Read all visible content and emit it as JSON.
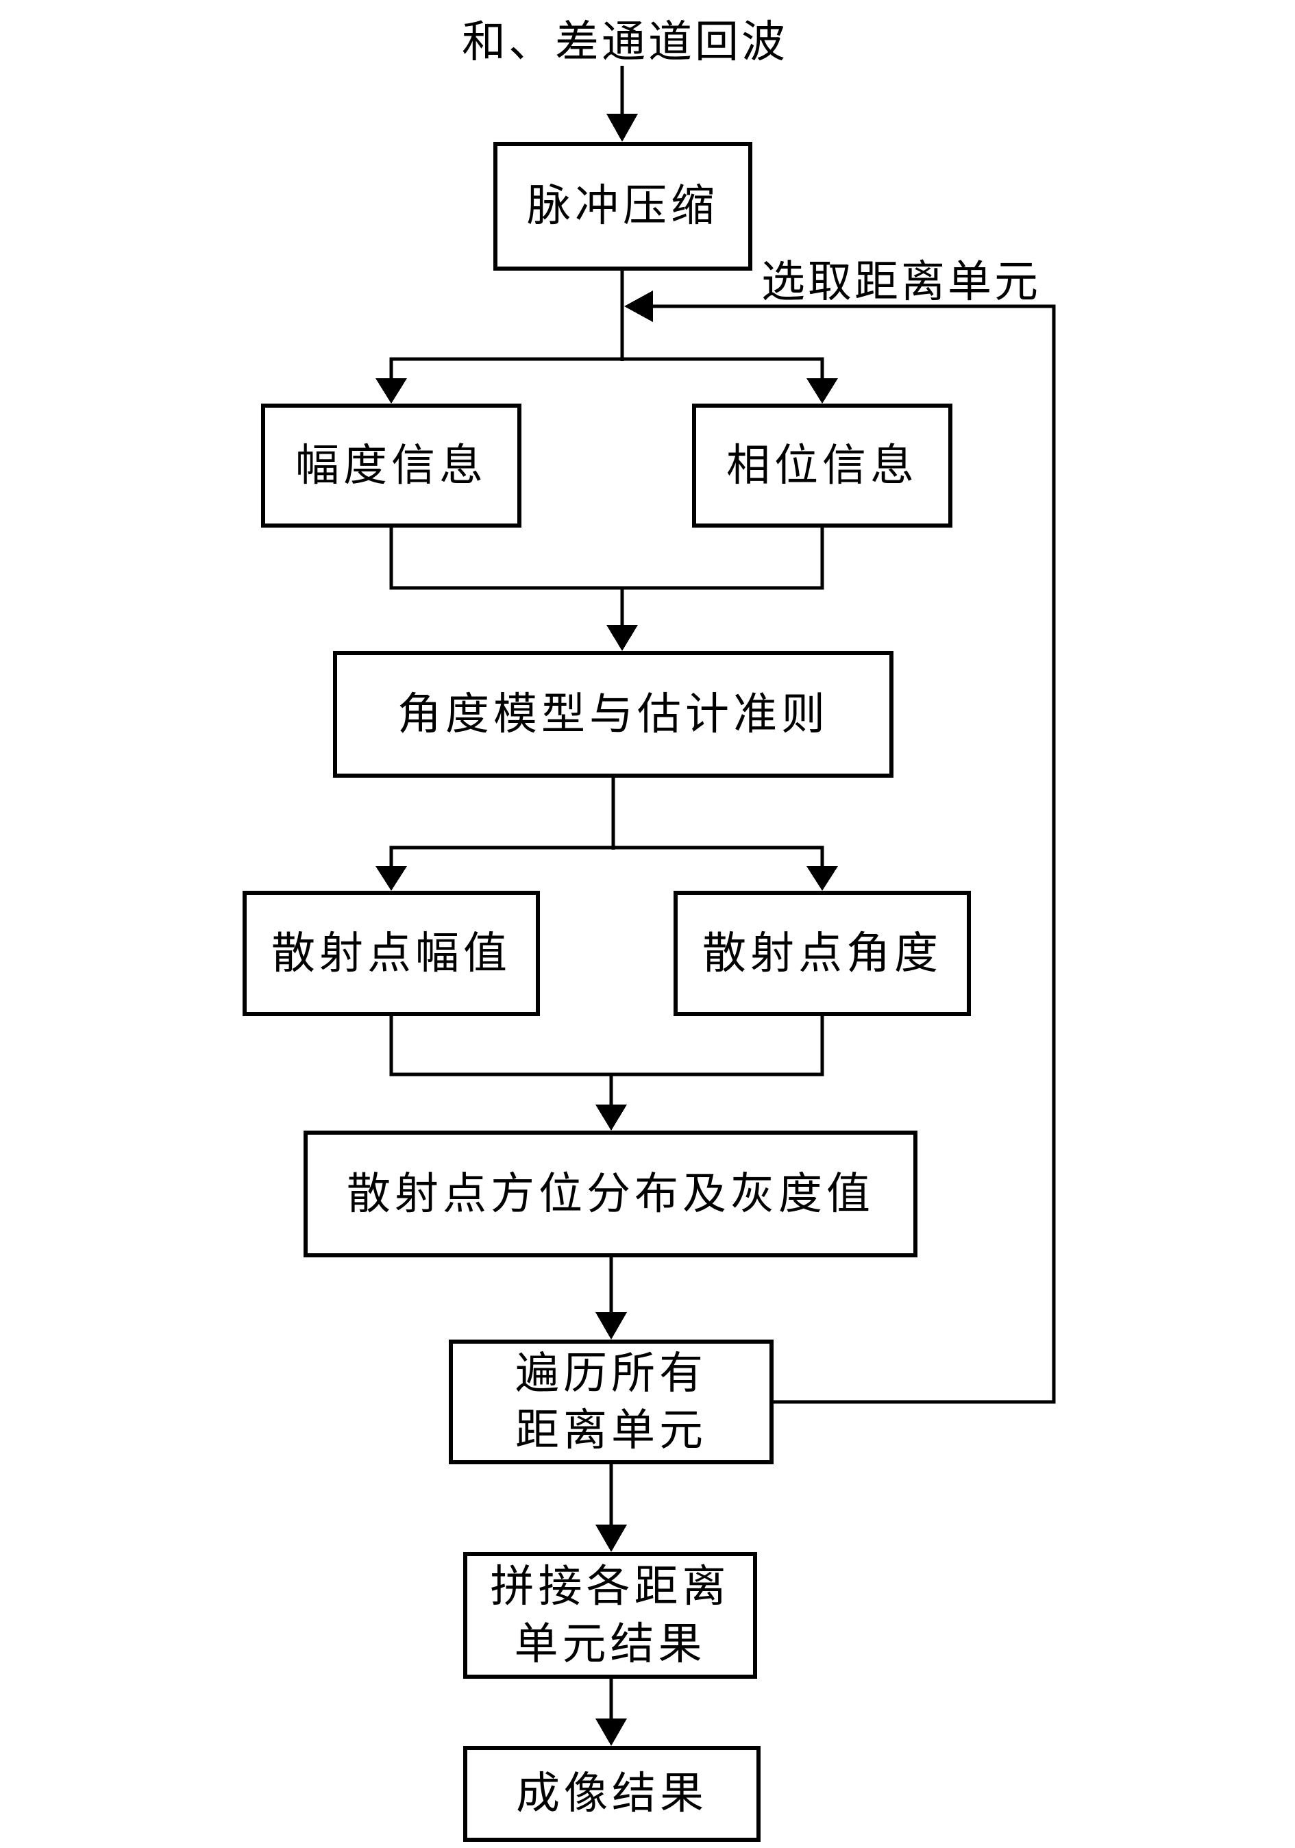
{
  "title": "和、差通道回波",
  "edge_label": "选取距离单元",
  "nodes": {
    "pulse_compression": {
      "label": "脉冲压缩"
    },
    "amplitude_info": {
      "label": "幅度信息"
    },
    "phase_info": {
      "label": "相位信息"
    },
    "angle_model": {
      "label": "角度模型与估计准则"
    },
    "scatter_amplitude": {
      "label": "散射点幅值"
    },
    "scatter_angle": {
      "label": "散射点角度"
    },
    "azimuth_distribution": {
      "label": "散射点方位分布及灰度值"
    },
    "traverse": {
      "lines": [
        "遍历所有",
        "距离单元"
      ]
    },
    "stitch": {
      "lines": [
        "拼接各距离",
        "单元结果"
      ]
    },
    "imaging_result": {
      "label": "成像结果"
    }
  },
  "edges": [
    {
      "from": "sum-difference-channel-echo",
      "to": "pulse_compression"
    },
    {
      "from": "pulse_compression",
      "to": "amplitude_info"
    },
    {
      "from": "pulse_compression",
      "to": "phase_info"
    },
    {
      "from": "amplitude_info",
      "to": "angle_model"
    },
    {
      "from": "phase_info",
      "to": "angle_model"
    },
    {
      "from": "angle_model",
      "to": "scatter_amplitude"
    },
    {
      "from": "angle_model",
      "to": "scatter_angle"
    },
    {
      "from": "scatter_amplitude",
      "to": "azimuth_distribution"
    },
    {
      "from": "scatter_angle",
      "to": "azimuth_distribution"
    },
    {
      "from": "azimuth_distribution",
      "to": "traverse"
    },
    {
      "from": "traverse",
      "to": "pulse_compression",
      "type": "feedback",
      "label": "选取距离单元"
    },
    {
      "from": "traverse",
      "to": "stitch"
    },
    {
      "from": "stitch",
      "to": "imaging_result"
    }
  ],
  "colors": {
    "line": "#000000",
    "background": "#ffffff",
    "text": "#000000"
  }
}
